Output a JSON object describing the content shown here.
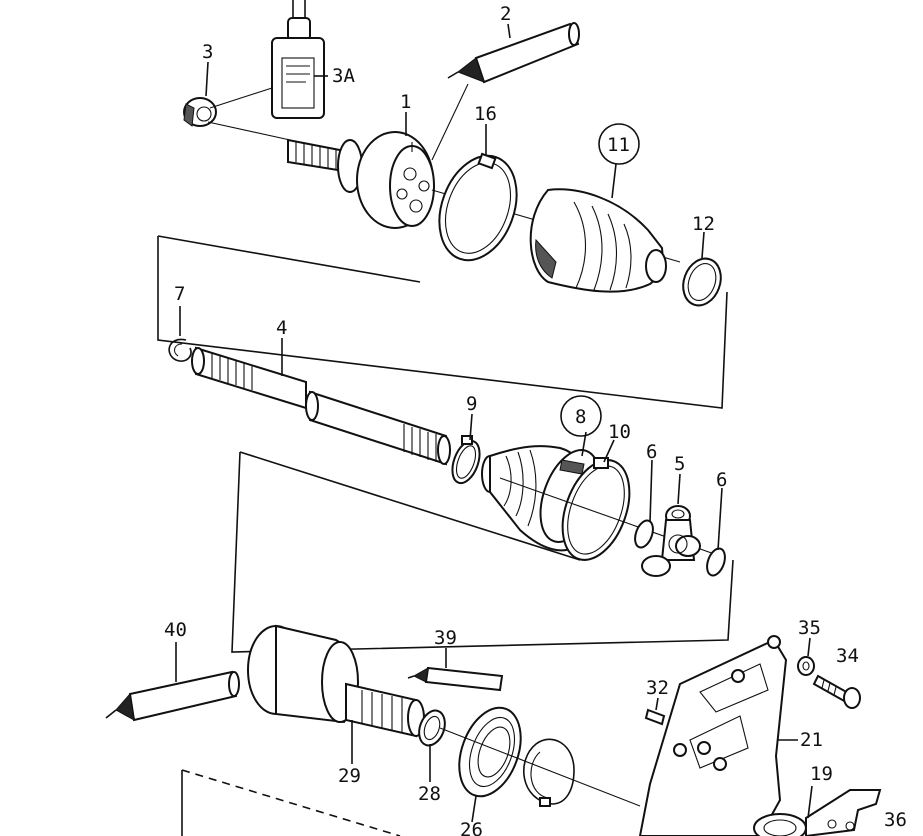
{
  "callouts": [
    {
      "id": "p2",
      "text": "2"
    },
    {
      "id": "p3",
      "text": "3"
    },
    {
      "id": "p3a",
      "text": "3A"
    },
    {
      "id": "p1",
      "text": "1"
    },
    {
      "id": "p16",
      "text": "16"
    },
    {
      "id": "p11",
      "text": "11"
    },
    {
      "id": "p12",
      "text": "12"
    },
    {
      "id": "p7",
      "text": "7"
    },
    {
      "id": "p4",
      "text": "4"
    },
    {
      "id": "p9",
      "text": "9"
    },
    {
      "id": "p8",
      "text": "8"
    },
    {
      "id": "p10",
      "text": "10"
    },
    {
      "id": "p6a",
      "text": "6"
    },
    {
      "id": "p5",
      "text": "5"
    },
    {
      "id": "p6b",
      "text": "6"
    },
    {
      "id": "p40",
      "text": "40"
    },
    {
      "id": "p39",
      "text": "39"
    },
    {
      "id": "p35",
      "text": "35"
    },
    {
      "id": "p34",
      "text": "34"
    },
    {
      "id": "p32",
      "text": "32"
    },
    {
      "id": "p21",
      "text": "21"
    },
    {
      "id": "p29",
      "text": "29"
    },
    {
      "id": "p28",
      "text": "28"
    },
    {
      "id": "p19",
      "text": "19"
    },
    {
      "id": "p36",
      "text": "36"
    },
    {
      "id": "p26",
      "text": "26"
    }
  ]
}
